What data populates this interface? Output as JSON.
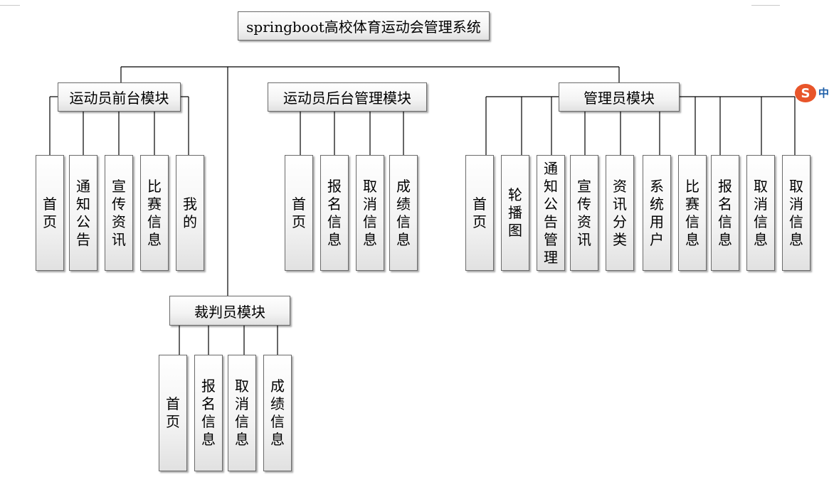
{
  "root": {
    "title": "springboot高校体育运动会管理系统"
  },
  "modules": [
    {
      "title": "运动员前台模块",
      "items": [
        "首页",
        "通知公告",
        "宣传资讯",
        "比赛信息",
        "我的"
      ]
    },
    {
      "title": "运动员后台管理模块",
      "items": [
        "首页",
        "报名信息",
        "取消信息",
        "成绩信息"
      ]
    },
    {
      "title": "管理员模块",
      "items": [
        "首页",
        "轮播图",
        "通知公告管理",
        "宣传资讯",
        "资讯分类",
        "系统用户",
        "比赛信息",
        "报名信息",
        "取消信息",
        "取消信息"
      ]
    },
    {
      "title": "裁判员模块",
      "items": [
        "首页",
        "报名信息",
        "取消信息",
        "成绩信息"
      ]
    }
  ],
  "overlay": {
    "ime_icon": "S",
    "ime_label": "中"
  },
  "colors": {
    "line": "#000000",
    "box_border": "#6b6b6b",
    "ime_badge": "#e8552a"
  }
}
